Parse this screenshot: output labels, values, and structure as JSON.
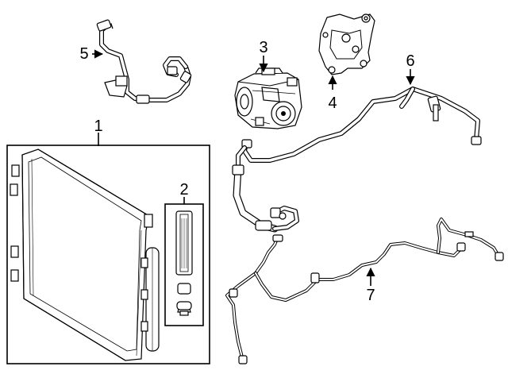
{
  "callouts": [
    {
      "id": "condenser",
      "label": "1"
    },
    {
      "id": "receiver-kit",
      "label": "2"
    },
    {
      "id": "compressor",
      "label": "3"
    },
    {
      "id": "bracket",
      "label": "4"
    },
    {
      "id": "discharge-hose",
      "label": "5"
    },
    {
      "id": "suction-hose",
      "label": "6"
    },
    {
      "id": "liquid-line",
      "label": "7"
    }
  ]
}
